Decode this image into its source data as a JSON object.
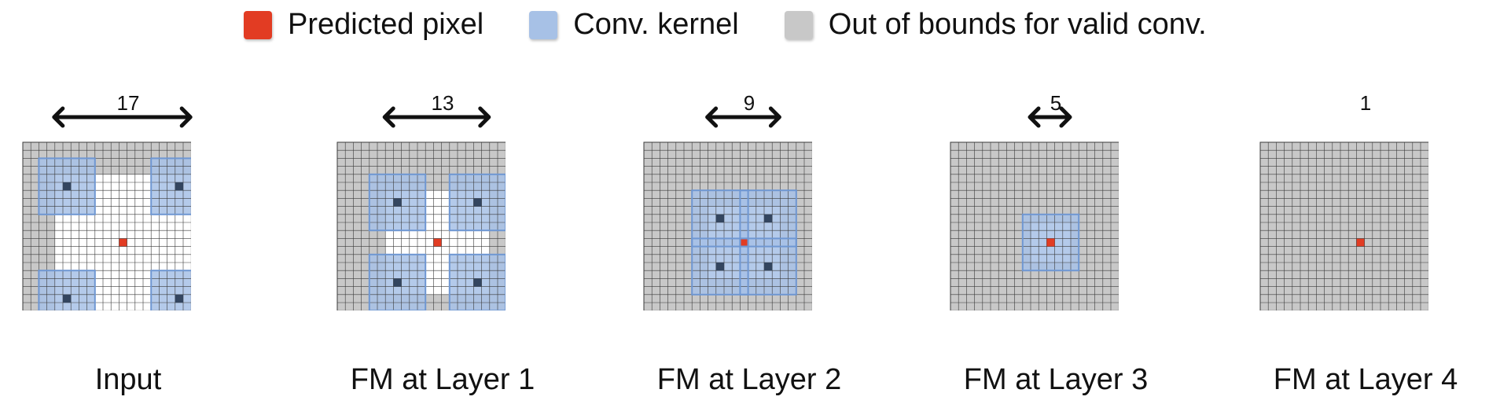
{
  "legend": [
    {
      "label": "Predicted pixel",
      "color": "#e23c23"
    },
    {
      "label": "Conv. kernel",
      "color": "#a7c1e6"
    },
    {
      "label": "Out of bounds for valid conv.",
      "color": "#c8c8c8"
    }
  ],
  "panels": [
    {
      "caption": "Input",
      "valid_size": 17,
      "dimension_label": "17",
      "kernel_centers": [
        [
          5,
          5
        ],
        [
          5,
          19
        ],
        [
          19,
          5
        ],
        [
          19,
          19
        ]
      ]
    },
    {
      "caption": "FM at Layer 1",
      "valid_size": 13,
      "dimension_label": "13",
      "kernel_centers": [
        [
          7,
          7
        ],
        [
          7,
          17
        ],
        [
          17,
          7
        ],
        [
          17,
          17
        ]
      ]
    },
    {
      "caption": "FM at Layer 2",
      "valid_size": 9,
      "dimension_label": "9",
      "kernel_centers": [
        [
          9,
          9
        ],
        [
          9,
          15
        ],
        [
          15,
          9
        ],
        [
          15,
          15
        ]
      ]
    },
    {
      "caption": "FM at Layer 3",
      "valid_size": 5,
      "dimension_label": "5",
      "kernel_centers": [
        [
          12,
          12
        ]
      ]
    },
    {
      "caption": "FM at Layer 4",
      "valid_size": 1,
      "dimension_label": "1",
      "kernel_centers": []
    }
  ],
  "grid_cells": 25,
  "kernel_size": 7,
  "predicted_cell": [
    12,
    12
  ],
  "colors": {
    "predicted": "#e23c23",
    "kernel_fill": "#a7c1e6",
    "kernel_border": "#6f97d2",
    "kernel_center": "#33455f",
    "out_of_bounds": "#c8c8c8",
    "grid_line": "#3a3a3a",
    "arrow": "#111111"
  }
}
